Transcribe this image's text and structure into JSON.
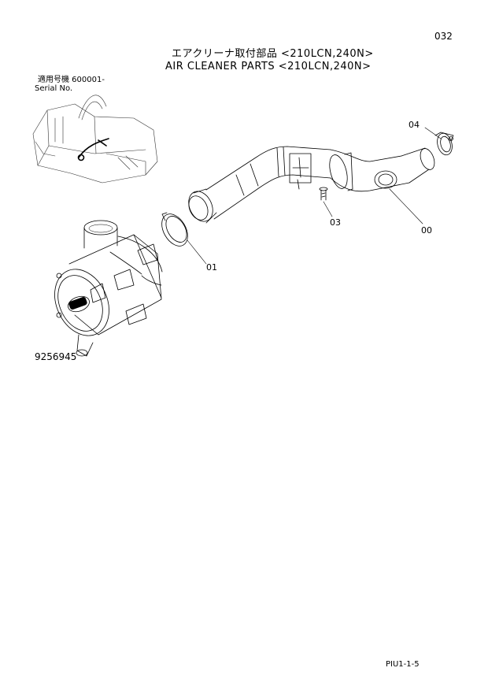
{
  "page_number": "032",
  "title_jp": "エアクリーナ取付部品 <210LCN,240N>",
  "title_en": "AIR CLEANER PARTS <210LCN,240N>",
  "serial_jp": "適用号機  600001-",
  "serial_en": "Serial No.",
  "figure_number": "9256945",
  "footer_code": "PIU1-1-5",
  "callouts": {
    "c04": "04",
    "c03": "03",
    "c00": "00",
    "c01": "01"
  }
}
